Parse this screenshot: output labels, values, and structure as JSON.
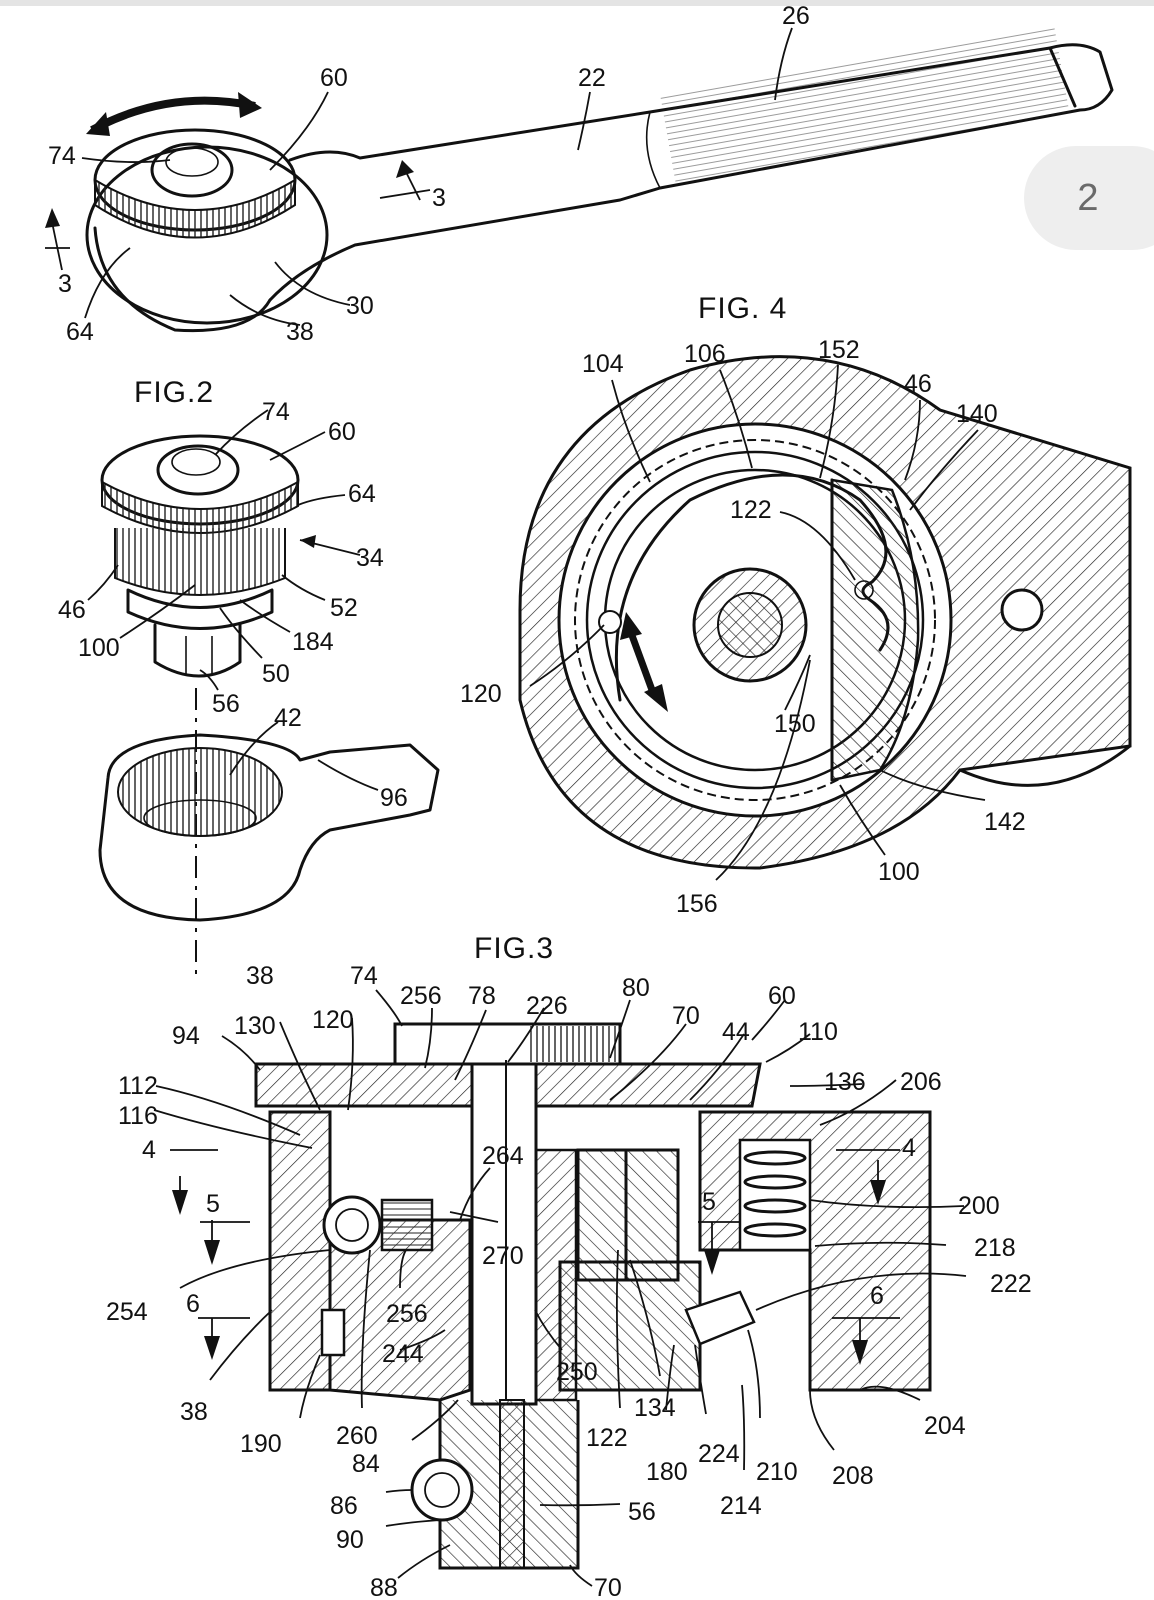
{
  "page_indicator": "2",
  "figures": {
    "fig2": "FIG.2",
    "fig3": "FIG.3",
    "fig4": "FIG. 4"
  },
  "labels": {
    "fig1": [
      "26",
      "22",
      "60",
      "74",
      "3",
      "3",
      "64",
      "38",
      "30"
    ],
    "fig2": [
      "74",
      "60",
      "64",
      "34",
      "46",
      "52",
      "100",
      "184",
      "50",
      "56",
      "42",
      "96"
    ],
    "fig4": [
      "104",
      "106",
      "152",
      "46",
      "140",
      "122",
      "120",
      "150",
      "142",
      "100",
      "156"
    ],
    "fig3": [
      "38",
      "74",
      "256",
      "78",
      "226",
      "80",
      "70",
      "60",
      "44",
      "110",
      "94",
      "130",
      "120",
      "136",
      "206",
      "112",
      "116",
      "4",
      "4",
      "264",
      "5",
      "5",
      "200",
      "218",
      "270",
      "222",
      "254",
      "6",
      "256",
      "6",
      "244",
      "250",
      "38",
      "190",
      "260",
      "84",
      "122",
      "134",
      "180",
      "224",
      "210",
      "208",
      "214",
      "204",
      "86",
      "90",
      "56",
      "88",
      "70"
    ]
  },
  "colors": {
    "line": "#111111",
    "hatch": "#222222",
    "pill": "#eeeeee",
    "page_number": "#6a6a6a"
  },
  "icons": [
    "double-arrow-icon",
    "section-arrow-icon"
  ]
}
